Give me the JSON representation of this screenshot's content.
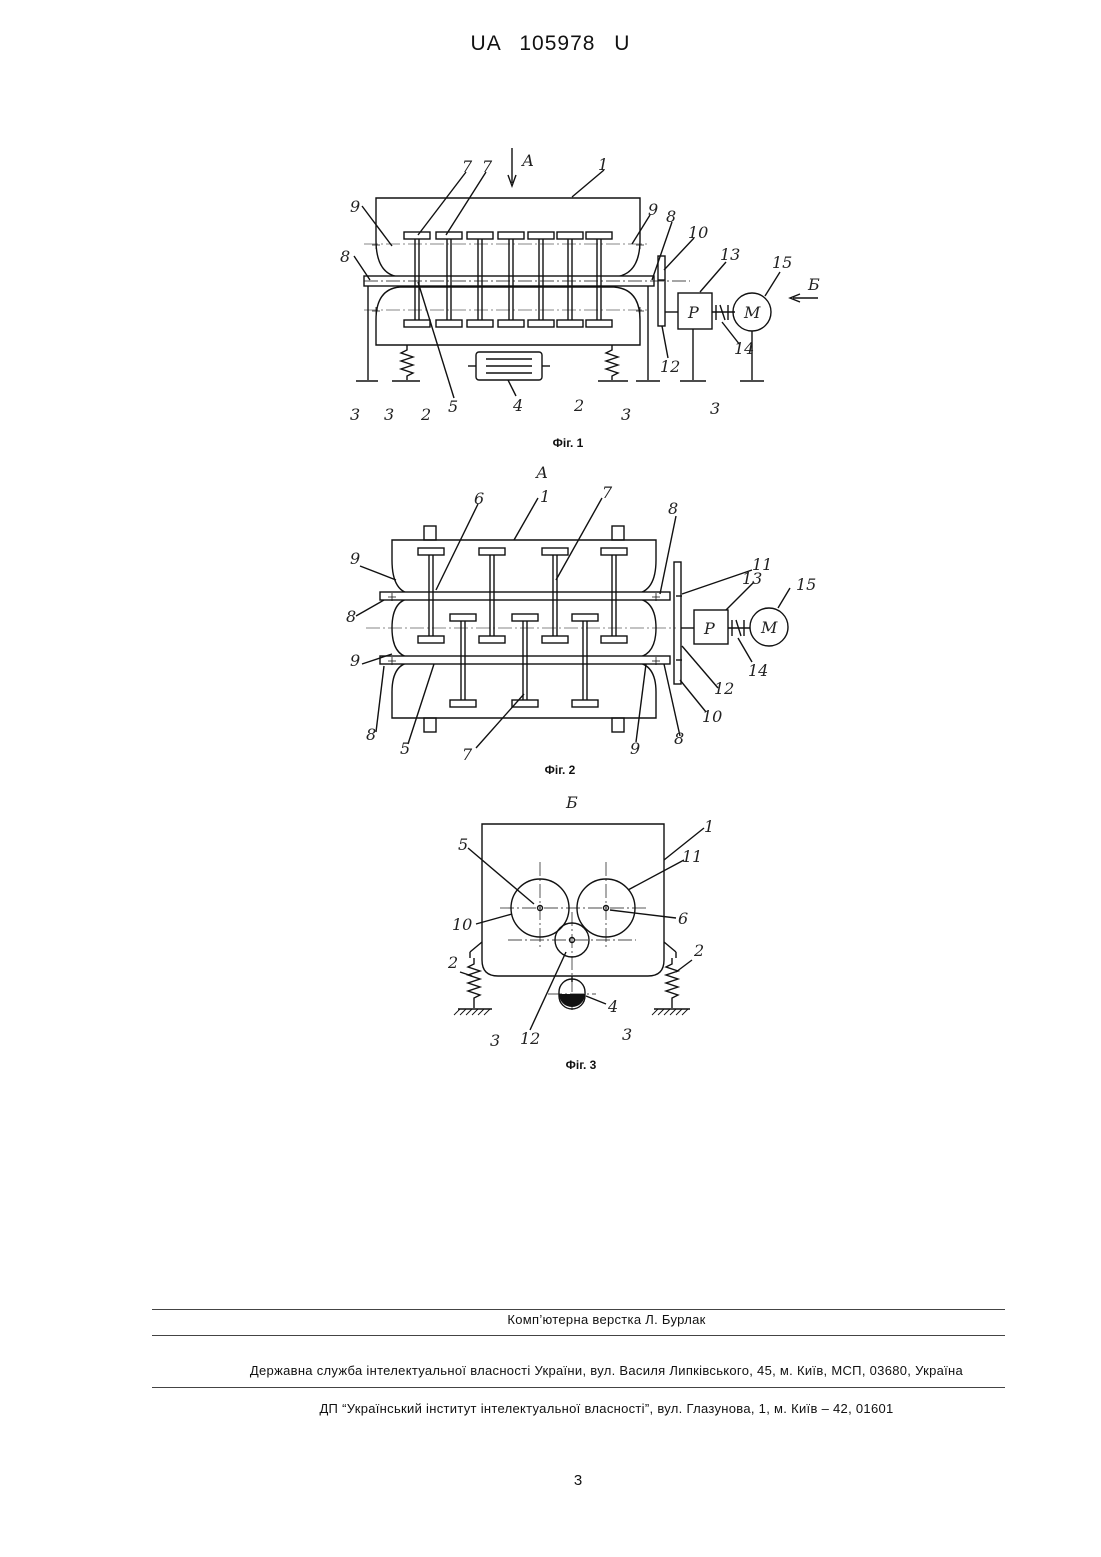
{
  "header": {
    "patent_number": "UA   105978   U"
  },
  "figures": [
    {
      "caption": "Фіг. 1",
      "labels": {
        "l1": "1",
        "l2a": "2",
        "l2b": "2",
        "l3a": "3",
        "l3b": "3",
        "l3c": "3",
        "l3d": "3",
        "l4": "4",
        "l5": "5",
        "l7a": "7",
        "l7b": "7",
        "l8a": "8",
        "l8b": "8",
        "l9a": "9",
        "l9b": "9",
        "l10": "10",
        "l12": "12",
        "l13": "13",
        "l14": "14",
        "l15": "15",
        "lA": "А",
        "lB": "Б",
        "lP": "Р",
        "lM": "М"
      }
    },
    {
      "caption": "Фіг. 2",
      "labels": {
        "lA": "А",
        "l1": "1",
        "l6": "6",
        "l7a": "7",
        "l7b": "7",
        "l8a": "8",
        "l8b": "8",
        "l8c": "8",
        "l8d": "8",
        "l9a": "9",
        "l9b": "9",
        "l9c": "9",
        "l11": "11",
        "l13": "13",
        "l15": "15",
        "l5": "5",
        "l12": "12",
        "l14": "14",
        "l10": "10",
        "lP": "Р",
        "lM": "М"
      }
    },
    {
      "caption": "Фіг. 3",
      "labels": {
        "lB": "Б",
        "l1": "1",
        "l11": "11",
        "l5": "5",
        "l10": "10",
        "l6": "6",
        "l2a": "2",
        "l2b": "2",
        "l3a": "3",
        "l3b": "3",
        "l4": "4",
        "l12": "12"
      }
    }
  ],
  "footer": {
    "layout_credit": "Комп’ютерна верстка Л. Бурлак",
    "agency": "Державна служба інтелектуальної власності України, вул. Василя Липківського, 45, м. Київ, МСП, 03680, Україна",
    "institute": "ДП “Український інститут інтелектуальної власності”, вул. Глазунова, 1, м. Київ – 42, 01601",
    "page_number": "3"
  }
}
